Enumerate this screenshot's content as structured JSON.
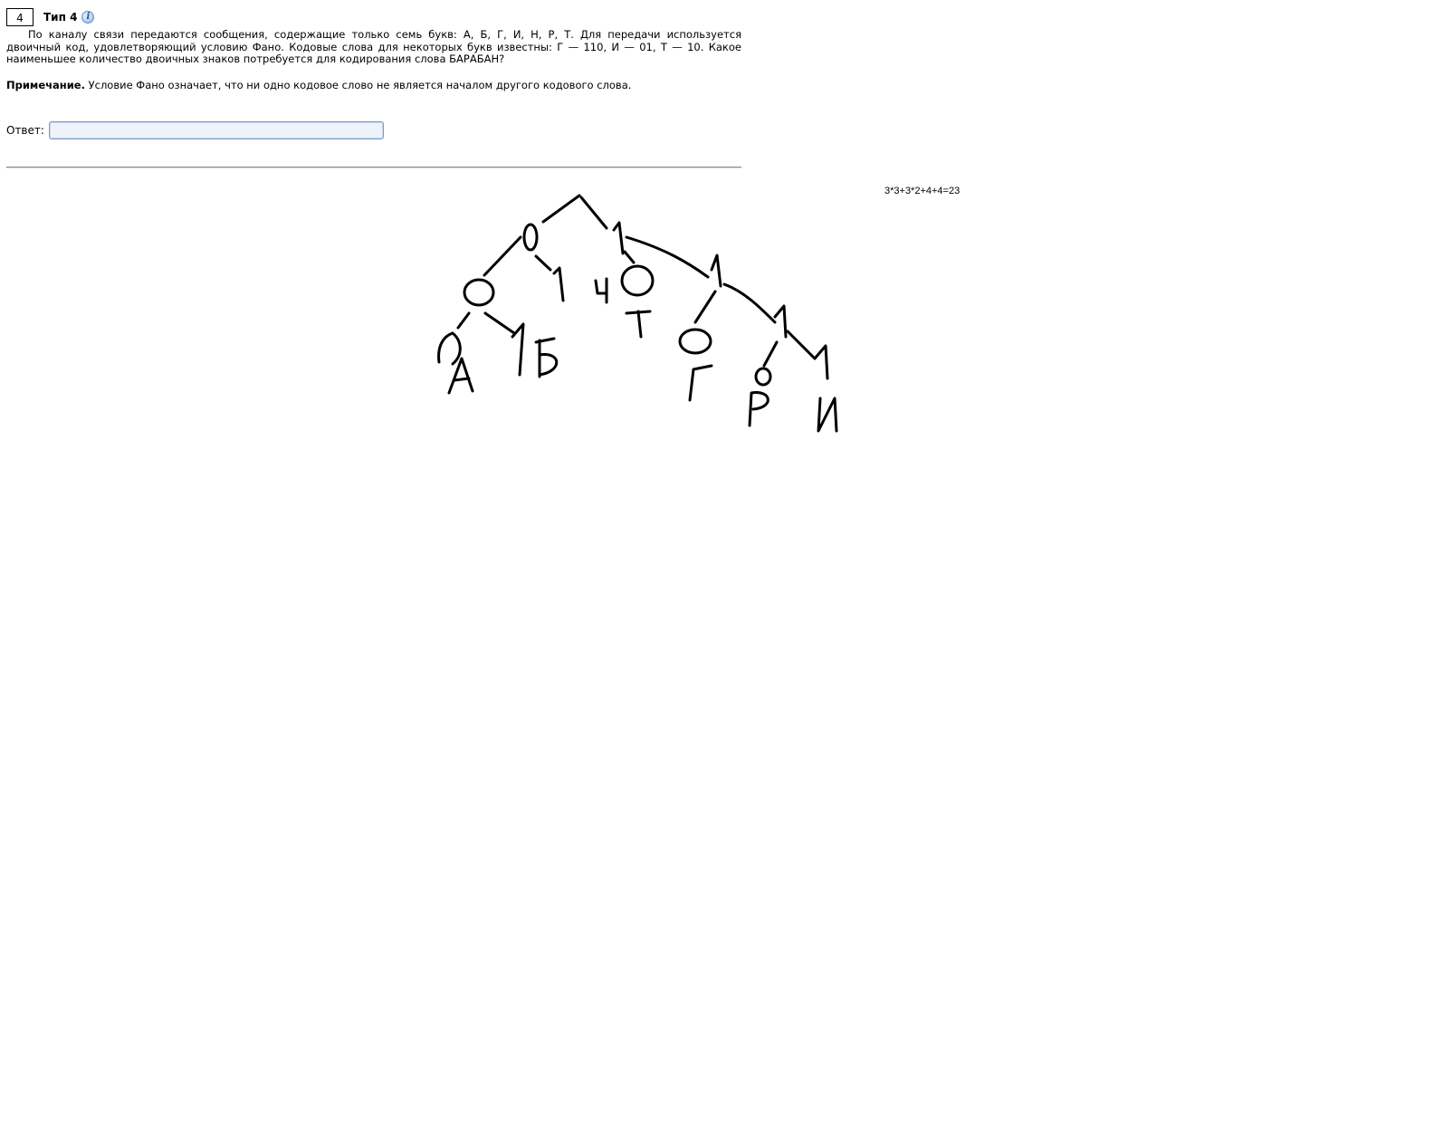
{
  "task": {
    "number": "4",
    "type": "Тип 4",
    "info_icon": "info-icon",
    "text": "По каналу связи передаются сообщения, содержащие только семь букв: А, Б, Г, И, Н, Р, Т. Для передачи используется двоичный код, удовлетворяющий условию Фано. Кодовые слова для некоторых букв известны: Г — 110, И — 01, Т — 10. Какое наименьшее количество двоичных знаков потребуется для кодирования слова БАРАБАН?",
    "note_label": "Примечание.",
    "note_text": " Условие Фано означает, что ни одно кодовое слово не является началом другого кодового слова."
  },
  "answer": {
    "label": "Ответ:",
    "value": "",
    "placeholder": ""
  },
  "formula": "3*3+3*2+4+4=23"
}
